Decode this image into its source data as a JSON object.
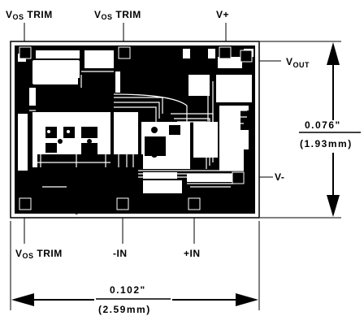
{
  "labels": {
    "vos_trim_prefix": "V",
    "vos_trim_sub": "OS",
    "vos_trim_suffix": " TRIM",
    "v_plus": "V+",
    "v_out_prefix": "V",
    "v_out_sub": "OUT",
    "v_minus": "V-",
    "minus_in": "-IN",
    "plus_in": "+IN"
  },
  "dimensions": {
    "height_inches": "0.076\"",
    "height_mm": "(1.93mm)",
    "width_inches": "0.102\"",
    "width_mm": "(2.59mm)"
  },
  "die_mark": "+",
  "colors": {
    "ink": "#000000",
    "paper": "#ffffff"
  }
}
